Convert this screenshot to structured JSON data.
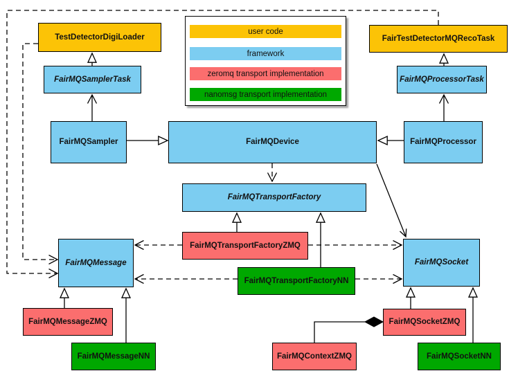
{
  "diagram_type": "UML class diagram",
  "legend": {
    "items": [
      {
        "label": "user code",
        "color": "#FCC306"
      },
      {
        "label": "framework",
        "color": "#7CCDF1"
      },
      {
        "label": "zeromq transport implementation",
        "color": "#FB6E6E"
      },
      {
        "label": "nanomsg transport implementation",
        "color": "#00A800"
      }
    ]
  },
  "nodes": {
    "testDetectorDigiLoader": {
      "label": "TestDetectorDigiLoader",
      "category": "user code",
      "abstract": false
    },
    "fairTestDetectorMQRecoTask": {
      "label": "FairTestDetectorMQRecoTask",
      "category": "user code",
      "abstract": false
    },
    "fairMQSamplerTask": {
      "label": "FairMQSamplerTask",
      "category": "framework",
      "abstract": true
    },
    "fairMQProcessorTask": {
      "label": "FairMQProcessorTask",
      "category": "framework",
      "abstract": true
    },
    "fairMQSampler": {
      "label": "FairMQSampler",
      "category": "framework",
      "abstract": false
    },
    "fairMQDevice": {
      "label": "FairMQDevice",
      "category": "framework",
      "abstract": false
    },
    "fairMQProcessor": {
      "label": "FairMQProcessor",
      "category": "framework",
      "abstract": false
    },
    "fairMQTransportFactory": {
      "label": "FairMQTransportFactory",
      "category": "framework",
      "abstract": true
    },
    "fairMQTransportFactoryZMQ": {
      "label": "FairMQTransportFactoryZMQ",
      "category": "zeromq transport implementation",
      "abstract": false
    },
    "fairMQTransportFactoryNN": {
      "label": "FairMQTransportFactoryNN",
      "category": "nanomsg transport implementation",
      "abstract": false
    },
    "fairMQMessage": {
      "label": "FairMQMessage",
      "category": "framework",
      "abstract": true
    },
    "fairMQSocket": {
      "label": "FairMQSocket",
      "category": "framework",
      "abstract": true
    },
    "fairMQMessageZMQ": {
      "label": "FairMQMessageZMQ",
      "category": "zeromq transport implementation",
      "abstract": false
    },
    "fairMQMessageNN": {
      "label": "FairMQMessageNN",
      "category": "nanomsg transport implementation",
      "abstract": false
    },
    "fairMQSocketZMQ": {
      "label": "FairMQSocketZMQ",
      "category": "zeromq transport implementation",
      "abstract": false
    },
    "fairMQSocketNN": {
      "label": "FairMQSocketNN",
      "category": "nanomsg transport implementation",
      "abstract": false
    },
    "fairMQContextZMQ": {
      "label": "FairMQContextZMQ",
      "category": "zeromq transport implementation",
      "abstract": false
    }
  },
  "edges": [
    {
      "from": "FairMQSamplerTask",
      "to": "TestDetectorDigiLoader",
      "type": "generalization-hollow-triangle"
    },
    {
      "from": "FairMQProcessorTask",
      "to": "FairTestDetectorMQRecoTask",
      "type": "generalization-hollow-triangle"
    },
    {
      "from": "FairMQSampler",
      "to": "FairMQSamplerTask",
      "type": "generalization-open-arrow"
    },
    {
      "from": "FairMQProcessor",
      "to": "FairMQProcessorTask",
      "type": "generalization-open-arrow"
    },
    {
      "from": "FairMQSampler",
      "to": "FairMQDevice",
      "type": "generalization-hollow-triangle"
    },
    {
      "from": "FairMQProcessor",
      "to": "FairMQDevice",
      "type": "generalization-hollow-triangle"
    },
    {
      "from": "FairMQDevice",
      "to": "FairMQTransportFactory",
      "type": "dashed-dependency"
    },
    {
      "from": "FairMQDevice",
      "to": "FairMQSocket",
      "type": "association-arrow"
    },
    {
      "from": "FairMQTransportFactoryZMQ",
      "to": "FairMQTransportFactory",
      "type": "generalization-hollow-triangle"
    },
    {
      "from": "FairMQTransportFactoryNN",
      "to": "FairMQTransportFactory",
      "type": "generalization-hollow-triangle"
    },
    {
      "from": "FairMQTransportFactoryZMQ",
      "to": "FairMQMessage",
      "type": "dashed-dependency"
    },
    {
      "from": "FairMQTransportFactoryZMQ",
      "to": "FairMQSocket",
      "type": "dashed-dependency"
    },
    {
      "from": "FairMQTransportFactoryNN",
      "to": "FairMQMessage",
      "type": "dashed-dependency"
    },
    {
      "from": "FairMQTransportFactoryNN",
      "to": "FairMQSocket",
      "type": "dashed-dependency"
    },
    {
      "from": "TestDetectorDigiLoader",
      "to": "FairMQMessage",
      "type": "dashed-dependency"
    },
    {
      "from": "FairTestDetectorMQRecoTask",
      "to": "FairMQMessage",
      "type": "dashed-dependency"
    },
    {
      "from": "FairMQMessageZMQ",
      "to": "FairMQMessage",
      "type": "generalization-hollow-triangle"
    },
    {
      "from": "FairMQMessageNN",
      "to": "FairMQMessage",
      "type": "generalization-hollow-triangle"
    },
    {
      "from": "FairMQSocketZMQ",
      "to": "FairMQSocket",
      "type": "generalization-hollow-triangle"
    },
    {
      "from": "FairMQSocketNN",
      "to": "FairMQSocket",
      "type": "generalization-hollow-triangle"
    },
    {
      "from": "FairMQContextZMQ",
      "to": "FairMQSocketZMQ",
      "type": "composition-filled-diamond"
    }
  ]
}
